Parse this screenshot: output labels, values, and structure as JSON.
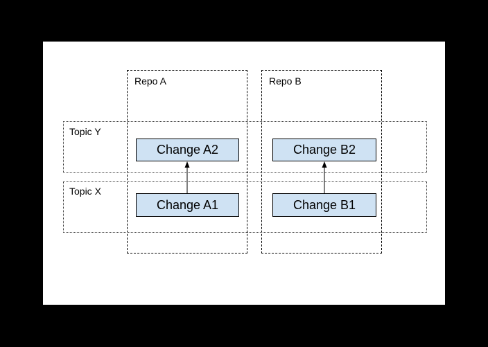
{
  "canvas": {
    "background_color": "#000000",
    "surface_color": "#ffffff"
  },
  "diagram": {
    "repos": [
      {
        "id": "repo-a",
        "label": "Repo A"
      },
      {
        "id": "repo-b",
        "label": "Repo B"
      }
    ],
    "topics": [
      {
        "id": "topic-y",
        "label": "Topic Y"
      },
      {
        "id": "topic-x",
        "label": "Topic X"
      }
    ],
    "changes": [
      {
        "id": "change-a2",
        "label": "Change A2",
        "repo": "Repo A",
        "topic": "Topic Y"
      },
      {
        "id": "change-b2",
        "label": "Change B2",
        "repo": "Repo B",
        "topic": "Topic Y"
      },
      {
        "id": "change-a1",
        "label": "Change A1",
        "repo": "Repo A",
        "topic": "Topic X"
      },
      {
        "id": "change-b1",
        "label": "Change B1",
        "repo": "Repo B",
        "topic": "Topic X"
      }
    ],
    "arrows": [
      {
        "from": "Change A1",
        "to": "Change A2"
      },
      {
        "from": "Change B1",
        "to": "Change B2"
      }
    ],
    "colors": {
      "change_fill": "#cfe2f3",
      "change_border": "#000000",
      "repo_border": "#000000",
      "topic_border": "#333333",
      "arrow": "#000000",
      "text": "#000000"
    }
  }
}
